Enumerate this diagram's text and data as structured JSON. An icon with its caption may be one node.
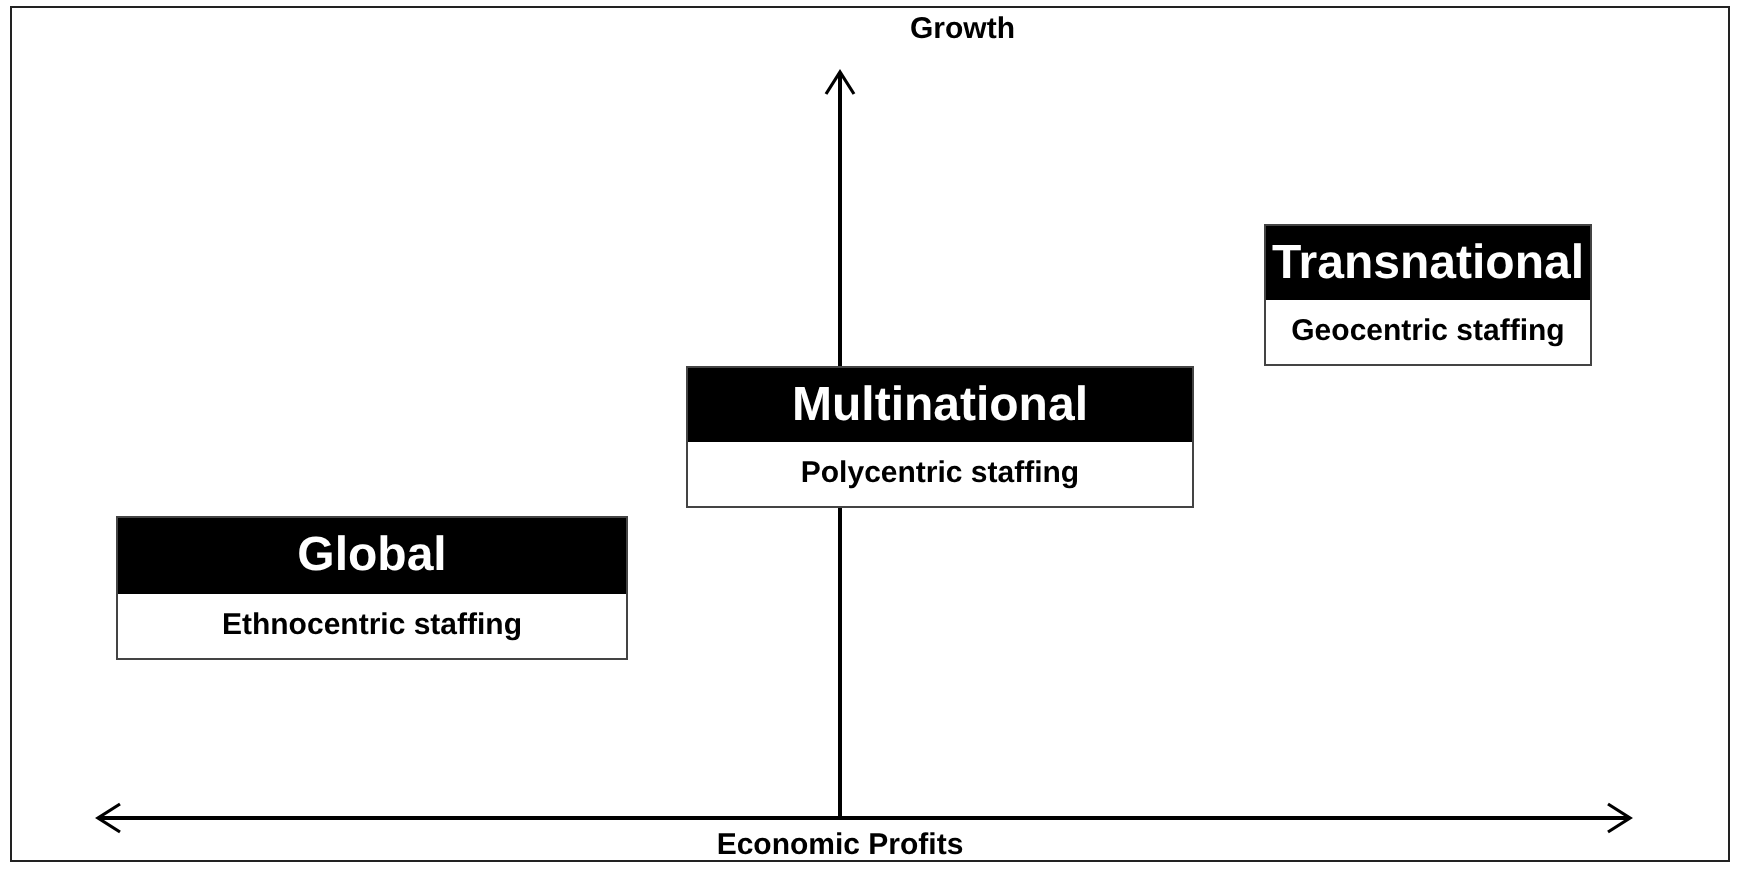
{
  "diagram": {
    "nodes": [
      {
        "text": [
          "Global",
          "Ethnocentric staffing"
        ]
      },
      {
        "text": [
          "Multinational",
          "Polycentric staffing"
        ]
      },
      {
        "text": [
          "Transnational",
          "Geocentric staffing"
        ]
      }
    ],
    "labels": [
      "Growth",
      "Economic Profits"
    ]
  }
}
